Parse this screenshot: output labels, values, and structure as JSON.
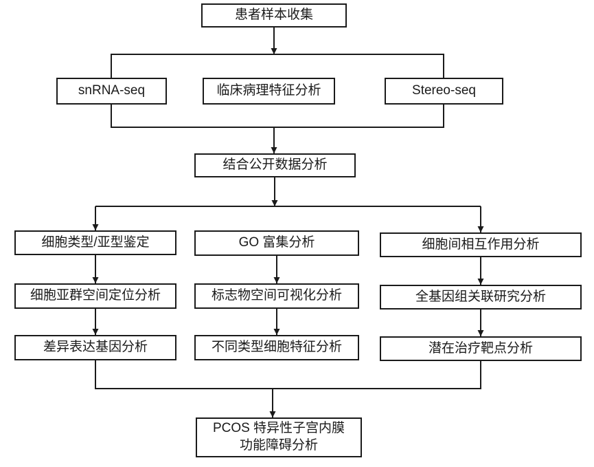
{
  "flowchart": {
    "nodes": {
      "patient_sample_collection": "患者样本收集",
      "snrna_seq": "snRNA-seq",
      "clinical_pathology_analysis": "临床病理特征分析",
      "stereo_seq": "Stereo-seq",
      "public_data_integration": "结合公开数据分析",
      "cell_type_identification": "细胞类型/亚型鉴定",
      "cell_subpopulation_spatial_localization": "细胞亚群空间定位分析",
      "differential_expression_analysis": "差异表达基因分析",
      "go_enrichment_analysis": "GO 富集分析",
      "marker_spatial_visualization": "标志物空间可视化分析",
      "cell_type_characteristics": "不同类型细胞特征分析",
      "cell_interaction_analysis": "细胞间相互作用分析",
      "gwas_analysis": "全基因组关联研究分析",
      "therapeutic_target_analysis": "潜在治疗靶点分析",
      "final_conclusion_line1": "PCOS 特异性子宫内膜",
      "final_conclusion_line2": "功能障碍分析"
    },
    "colors": {
      "line": "#1a1a1a",
      "box_border": "#1a1a1a",
      "box_background": "#ffffff",
      "text": "#1a1a1a",
      "page_background": "#ffffff"
    }
  }
}
